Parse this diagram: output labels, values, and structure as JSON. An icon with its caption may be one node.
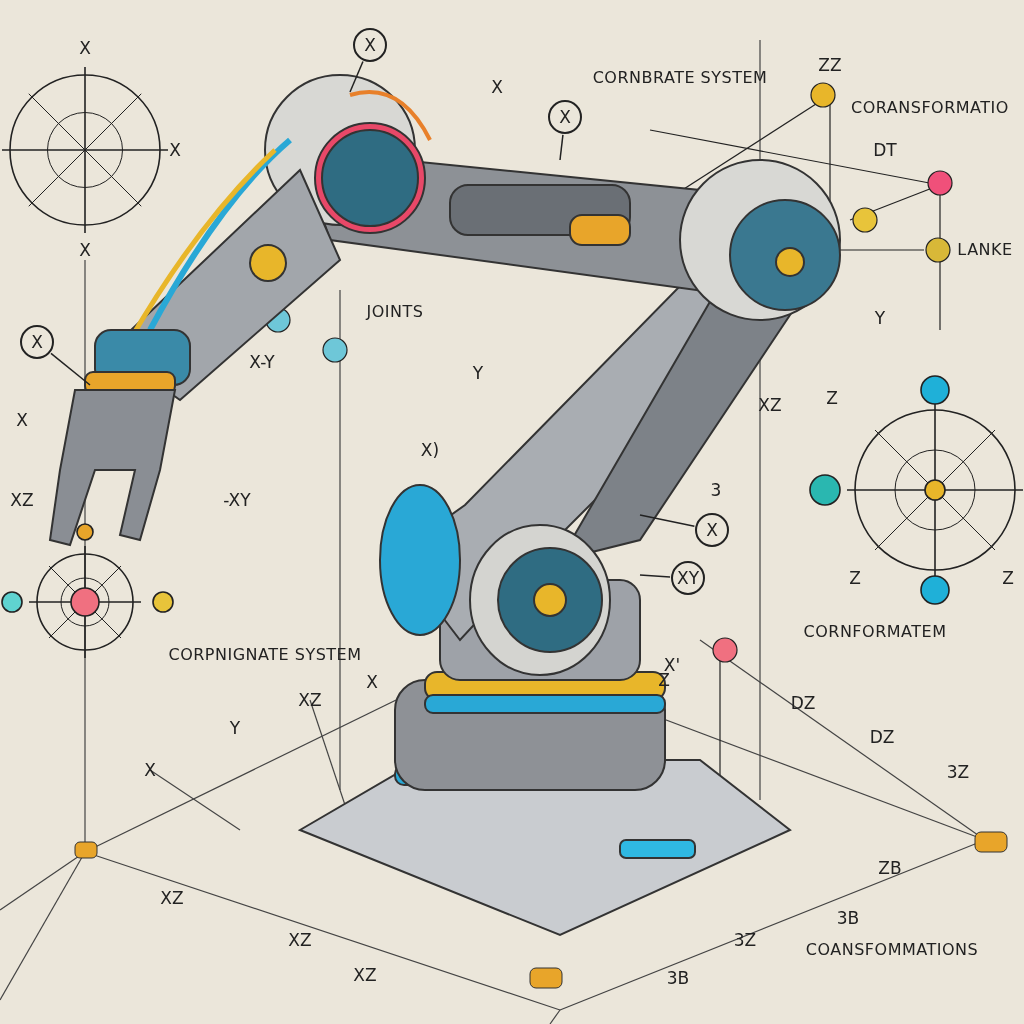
{
  "diagram": {
    "nodes": [
      {
        "text": [
          "X"
        ]
      },
      {
        "text": [
          "X"
        ]
      },
      {
        "text": [
          "X"
        ]
      },
      {
        "text": [
          "X"
        ]
      },
      {
        "text": [
          "XY"
        ]
      }
    ],
    "edges": [
      {
        "from": 0,
        "to": null,
        "arrow": "none"
      },
      {
        "from": 1,
        "to": null,
        "arrow": "none"
      },
      {
        "from": 2,
        "to": null,
        "arrow": "none"
      },
      {
        "from": 3,
        "to": null,
        "arrow": "none"
      },
      {
        "from": 4,
        "to": null,
        "arrow": "none"
      }
    ],
    "labels": [
      "X",
      "CORNBRATE SYSTEM",
      "ZZ",
      "X",
      "CORANSFORMATIO",
      "X",
      "DT",
      "X",
      "LANKE",
      "JOINTS",
      "Y",
      "X-Y",
      "Y",
      "X",
      "XZ",
      "Z",
      "X)",
      "XZ",
      "-XY",
      "3",
      "Z",
      "Z",
      "CORNFORMATEM",
      "CORPNIGNATE SYSTEM",
      "X",
      "X'",
      "XZ",
      "Z",
      "DZ",
      "Y",
      "DZ",
      "X",
      "3Z",
      "ZB",
      "XZ",
      "3B",
      "XZ",
      "3Z",
      "COANSFOMMATIONS",
      "XZ",
      "3B"
    ]
  }
}
